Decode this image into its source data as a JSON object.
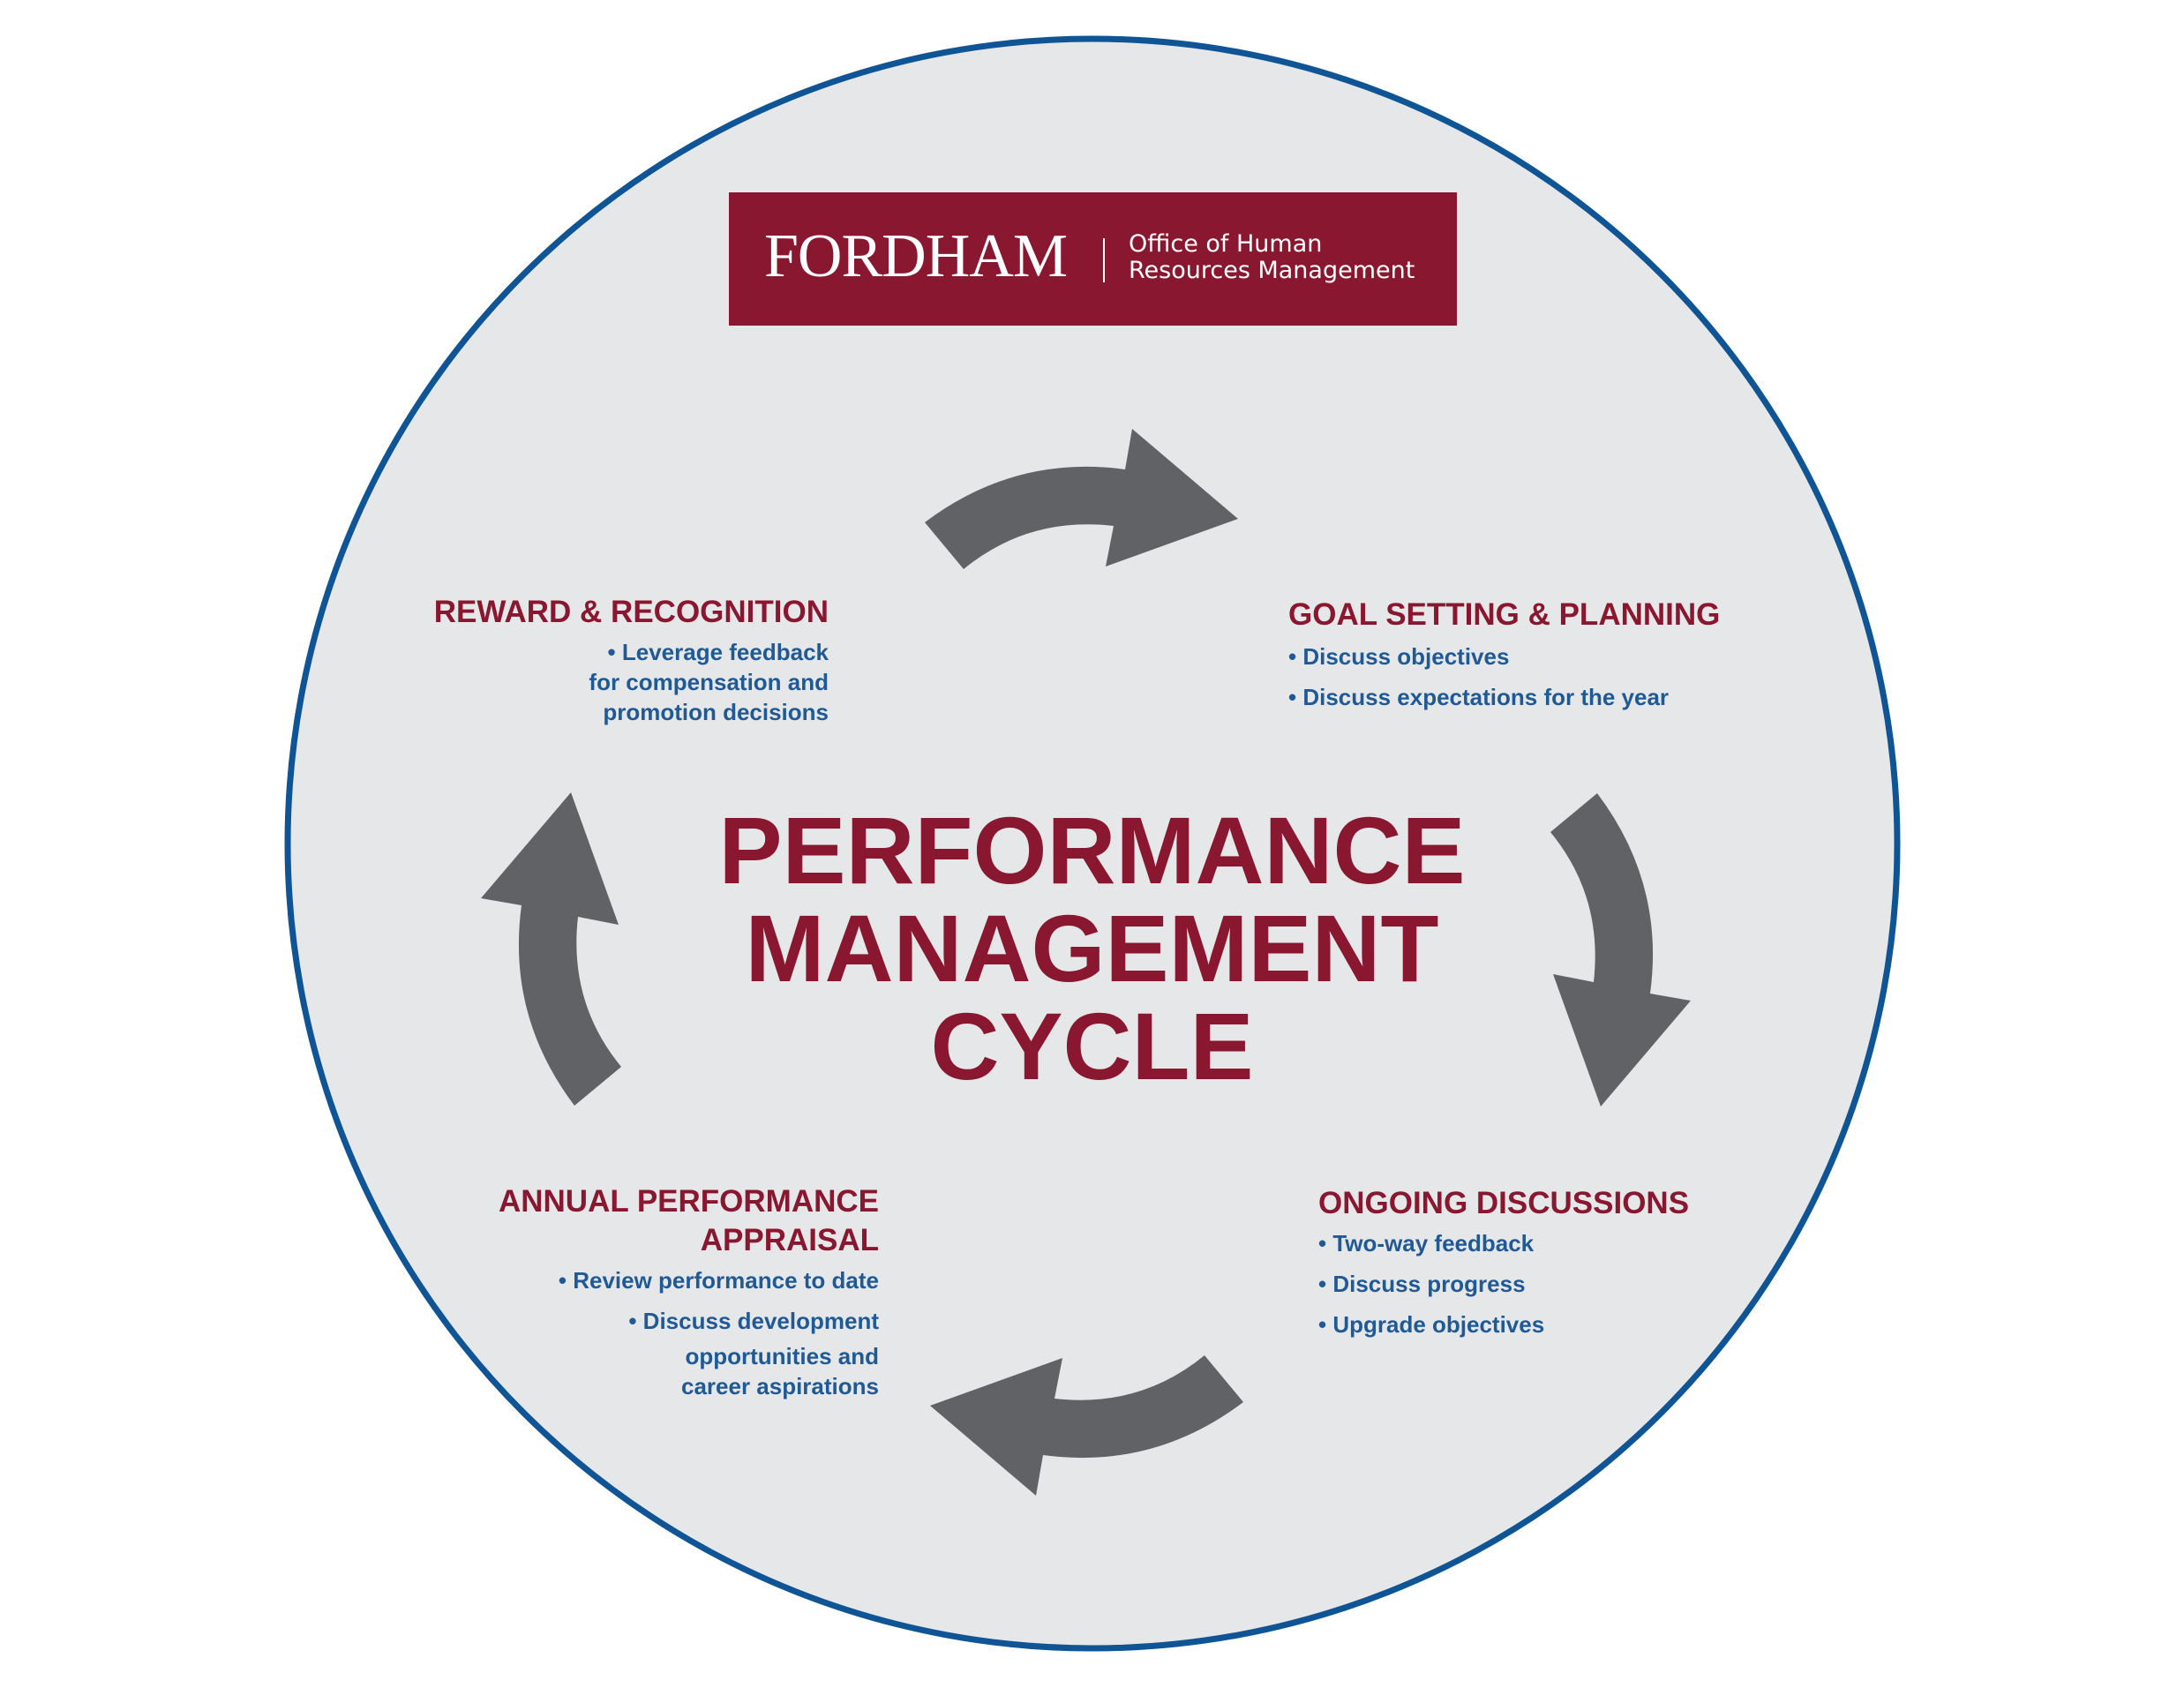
{
  "colors": {
    "circle_fill": "#e6e7e9",
    "circle_stroke": "#0f5596",
    "maroon": "#8a1730",
    "blue": "#1f5a96",
    "arrow": "#616265"
  },
  "logo": {
    "wordmark": "FORDHAM",
    "subtitle_line1": "Office of Human",
    "subtitle_line2": "Resources Management"
  },
  "title": {
    "line1": "PERFORMANCE",
    "line2": "MANAGEMENT",
    "line3": "CYCLE"
  },
  "stages": {
    "reward": {
      "heading": "REWARD & RECOGNITION",
      "bullets": [
        "• Leverage feedback",
        "for compensation and",
        "promotion decisions"
      ]
    },
    "goal": {
      "heading": "GOAL SETTING & PLANNING",
      "bullets": [
        "• Discuss objectives",
        "• Discuss expectations for the year"
      ]
    },
    "ongoing": {
      "heading": "ONGOING DISCUSSIONS",
      "bullets": [
        "• Two-way feedback",
        "• Discuss progress",
        "• Upgrade objectives"
      ]
    },
    "annual": {
      "heading_line1": "ANNUAL PERFORMANCE",
      "heading_line2": "APPRAISAL",
      "bullets": [
        "• Review performance to date",
        "• Discuss development",
        "opportunities and",
        "career aspirations"
      ]
    }
  },
  "arrows": [
    {
      "icon": "curved-arrow-right-icon"
    },
    {
      "icon": "curved-arrow-down-icon"
    },
    {
      "icon": "curved-arrow-left-icon"
    },
    {
      "icon": "curved-arrow-up-icon"
    }
  ]
}
